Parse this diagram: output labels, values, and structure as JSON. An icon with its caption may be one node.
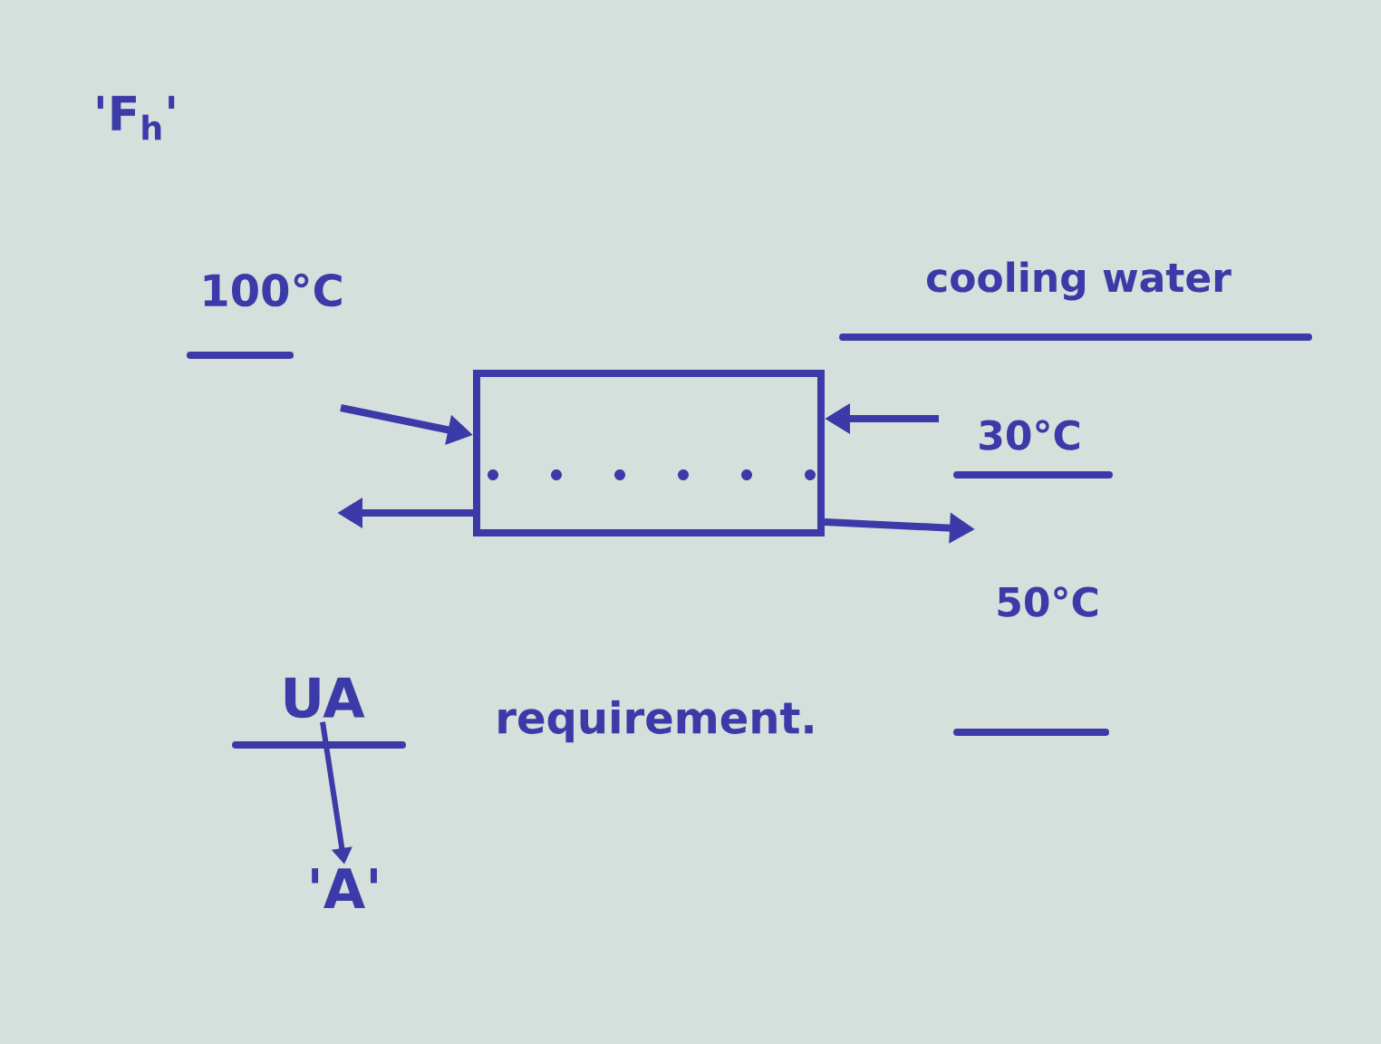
{
  "diagram": {
    "nodes": [
      {
        "text": [],
        "shape": "box"
      },
      {
        "text": [
          "UA"
        ]
      },
      {
        "text": [
          "'A'"
        ]
      }
    ],
    "edges": [
      {
        "from": null,
        "to": 0,
        "arrow": "to"
      },
      {
        "from": 0,
        "to": null,
        "arrow": "to"
      },
      {
        "from": null,
        "to": 0,
        "arrow": "to"
      },
      {
        "from": 0,
        "to": null,
        "arrow": "to"
      },
      {
        "from": 1,
        "to": 2,
        "arrow": "to"
      }
    ],
    "labels": [
      "'F$_{h}$'",
      "100°C",
      "cooling water",
      "30°C",
      "50°C",
      "requirement."
    ]
  }
}
